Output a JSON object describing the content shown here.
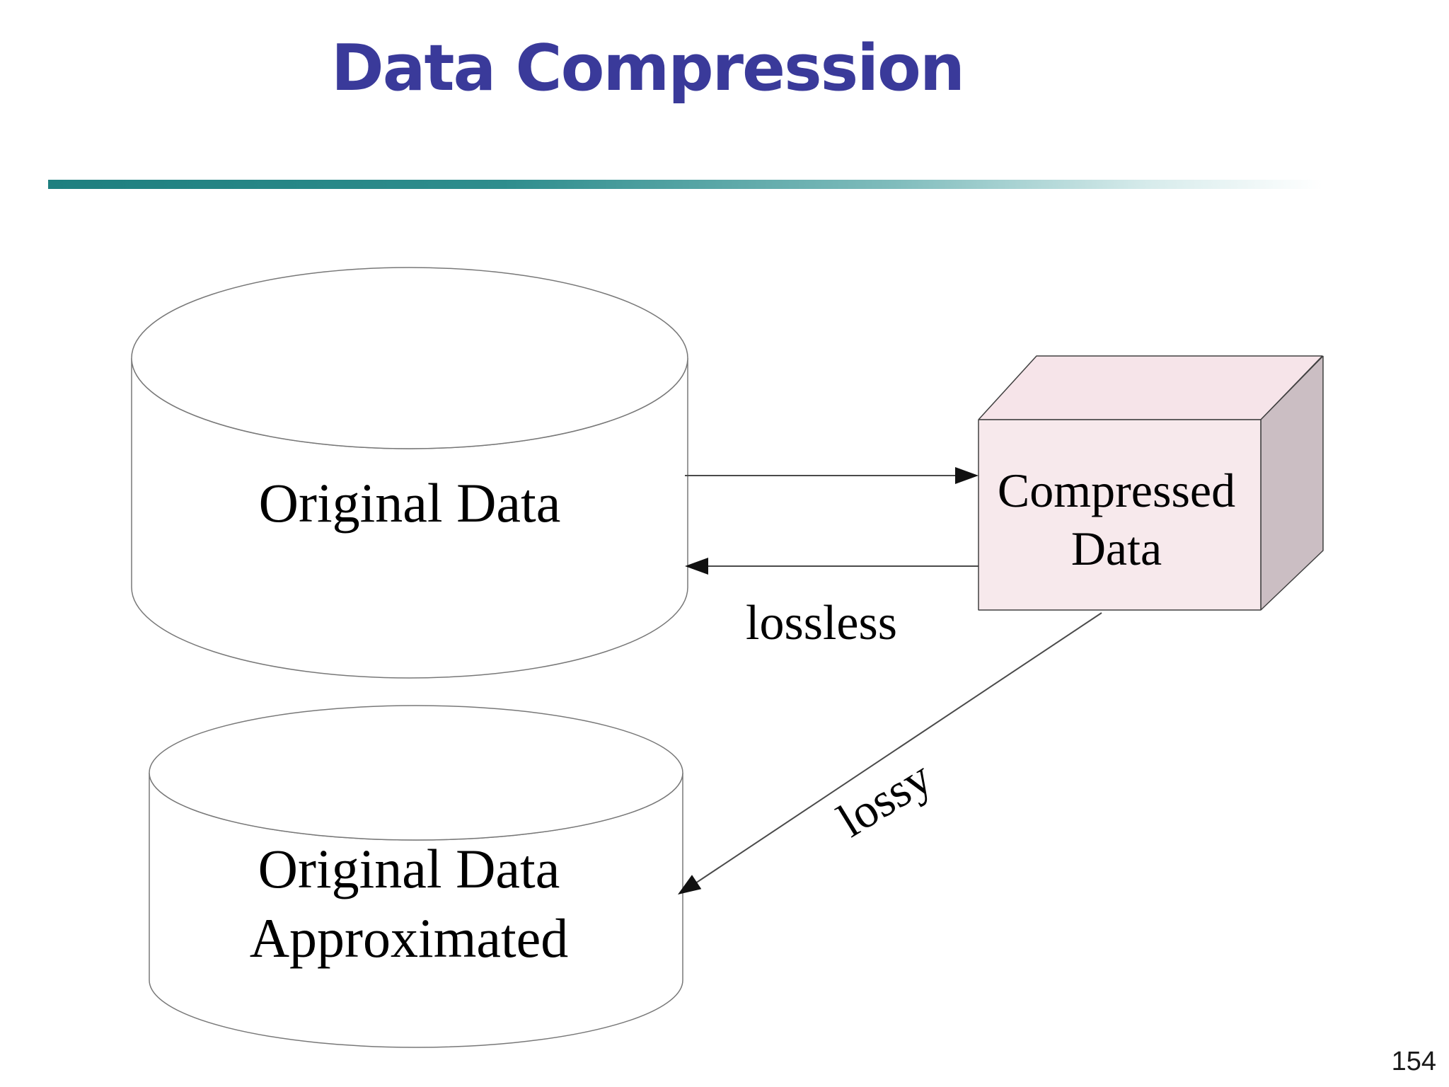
{
  "slide": {
    "title": "Data Compression",
    "page_number": "154",
    "colors": {
      "title_text": "#3A3A9A",
      "rule_teal": "#1E7F7F",
      "box_front": "#F7E9EC",
      "box_top": "#F6E4E9",
      "box_side": "#CBBEC3",
      "cylinder_stroke": "#787878",
      "arrow": "#4A4A4A"
    }
  },
  "diagram": {
    "cylinder_original": {
      "label": "Original Data"
    },
    "cylinder_approximated": {
      "lines": [
        "Original Data",
        "Approximated"
      ]
    },
    "compressed_box": {
      "lines": [
        "Compressed",
        "Data"
      ]
    },
    "arrows": {
      "lossless_label": "lossless",
      "lossy_label": "lossy"
    }
  }
}
